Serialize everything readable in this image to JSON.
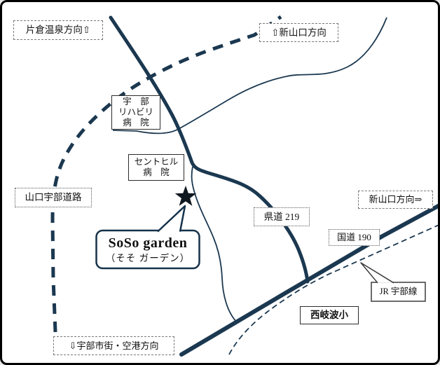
{
  "signs": {
    "katakura_onsen": "片倉温泉方向⇧",
    "shin_yamaguchi_top": "⇧新山口方向",
    "shin_yamaguchi_right": "新山口方向⇒",
    "ube_city_airport": "⇩宇部市街・空港方向"
  },
  "roads": {
    "yamaguchi_ube_road": "山口宇部道路",
    "kendo_219": "県道 219",
    "kokudo_190": "国道 190",
    "jr_ube_line": "JR 宇部線"
  },
  "landmarks": {
    "ube_rehab_hospital": {
      "lines": [
        "宇　部",
        "リハビリ",
        "病　院"
      ]
    },
    "senthill_hospital": {
      "lines": [
        "セントヒル",
        "病　院"
      ]
    },
    "nishikiwa_elementary": "西岐波小"
  },
  "destination": {
    "name": "SoSo garden",
    "kana": "（そそ ガーデン）",
    "marker": "star"
  },
  "colors": {
    "road": "#1b3850",
    "star": "#101820",
    "callout_border": "#16324a",
    "solid_box_border": "#2b2b2b",
    "dashed_box_border": "#787878"
  }
}
